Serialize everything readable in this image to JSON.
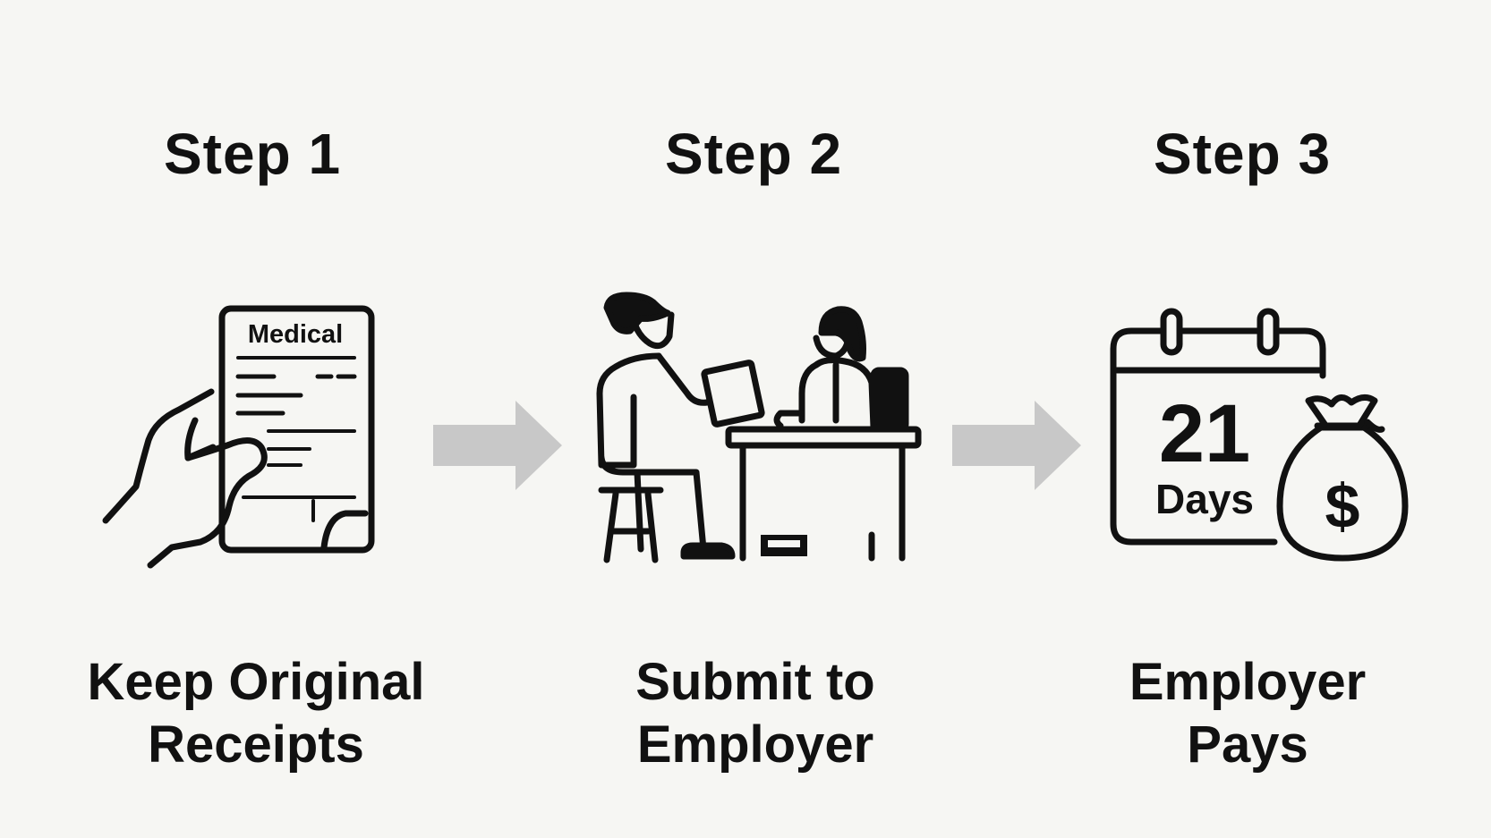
{
  "steps": [
    {
      "title": "Step 1",
      "label_lines": [
        "Keep Original",
        "Receipts"
      ],
      "icon": "medical-receipt-in-hand-icon",
      "receipt_header": "Medical"
    },
    {
      "title": "Step 2",
      "label_lines": [
        "Submit to",
        "Employer"
      ],
      "icon": "employee-submitting-to-employer-icon"
    },
    {
      "title": "Step 3",
      "label_lines": [
        "Employer",
        "Pays"
      ],
      "icon": "calendar-and-money-bag-icon",
      "calendar_number": "21",
      "calendar_unit": "Days",
      "currency_symbol": "$"
    }
  ],
  "colors": {
    "background": "#f6f6f3",
    "ink": "#111111",
    "arrow": "#c8c8c8"
  }
}
